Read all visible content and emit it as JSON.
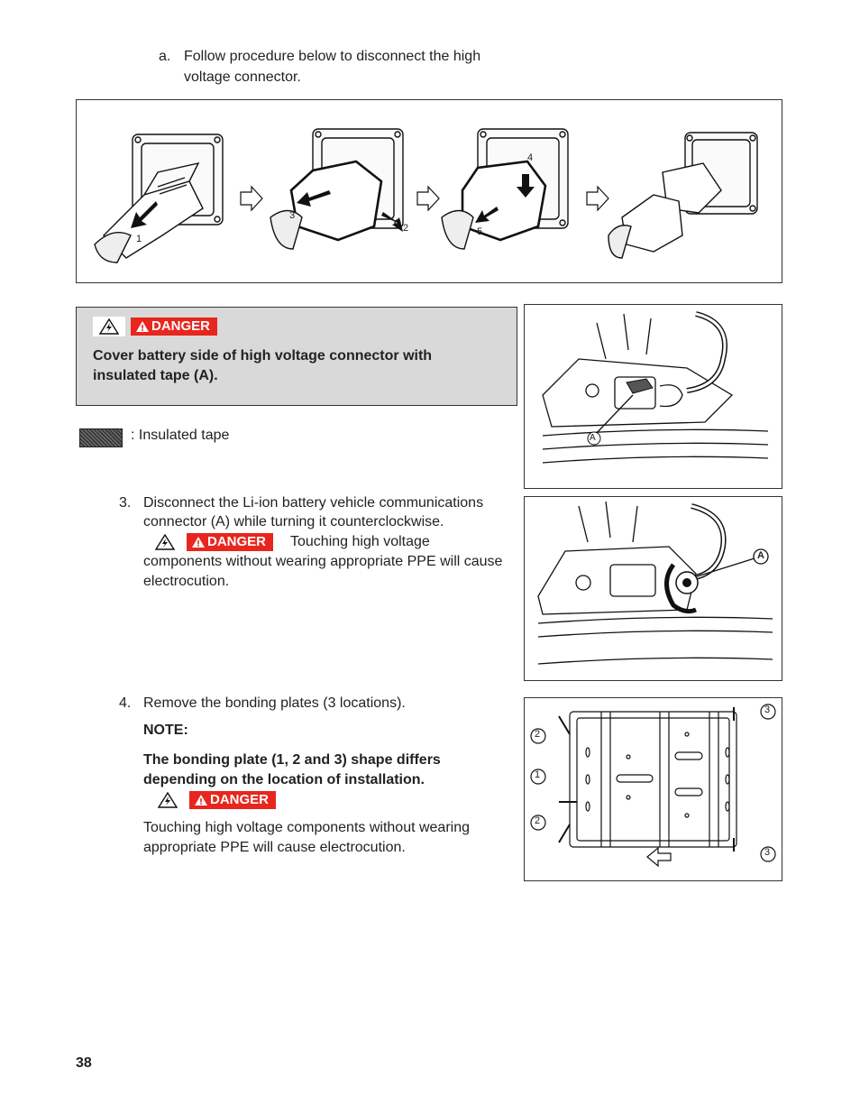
{
  "step_a": {
    "marker": "a.",
    "text_line1": "Follow procedure below to disconnect the high",
    "text_line2": "voltage connector."
  },
  "figure1": {
    "callouts": [
      "1",
      "3",
      "2",
      "4",
      "5"
    ]
  },
  "danger_box": {
    "badge": "DANGER",
    "text_line1": "Cover battery side of high voltage connector with",
    "text_line2": "insulated tape (A)."
  },
  "figure2": {
    "callout": "A"
  },
  "legend": {
    "text": ": Insulated tape"
  },
  "step3": {
    "marker": "3.",
    "line1": "Disconnect the Li-ion battery vehicle communications",
    "line2": "connector (A) while turning it counterclockwise.",
    "badge": "DANGER",
    "warn_inline": "Touching high voltage",
    "line3": "components without wearing appropriate PPE will cause",
    "line4": "electrocution."
  },
  "figure3": {
    "callout": "A"
  },
  "step4": {
    "marker": "4.",
    "text": "Remove the bonding plates (3 locations).",
    "note_label": "NOTE:",
    "note_line1": "The bonding plate (1, 2 and 3) shape differs",
    "note_line2": "depending on the location of installation.",
    "badge": "DANGER",
    "warn_line1": "Touching high voltage components without wearing",
    "warn_line2": "appropriate PPE will cause electrocution."
  },
  "figure4": {
    "callouts": [
      "3",
      "2",
      "1",
      "2",
      "3"
    ]
  },
  "page_number": "38",
  "colors": {
    "danger_red": "#e8261d",
    "box_gray": "#d9d9d9"
  }
}
